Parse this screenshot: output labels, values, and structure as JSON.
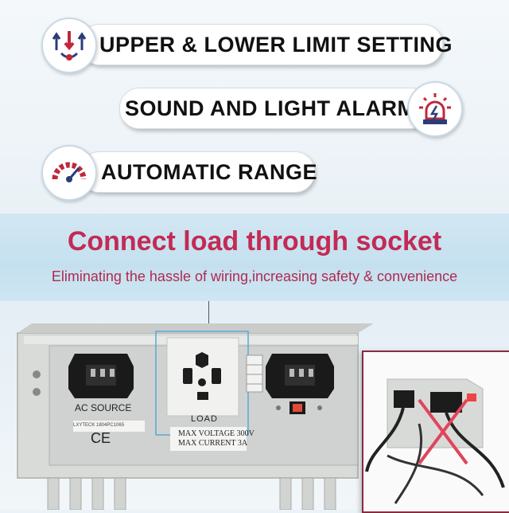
{
  "features": {
    "limit_setting": "UPPER & LOWER LIMIT SETTING",
    "alarm": "SOUND AND LIGHT ALARM",
    "range": "AUTOMATIC RANGE"
  },
  "icons": {
    "limit": "arrows-updown-icon",
    "alarm": "siren-icon",
    "range": "speedometer-icon"
  },
  "headline": "Connect load through socket",
  "subline": "Eliminating the hassle of wiring,increasing safety & convenience",
  "panel": {
    "ac_source": "AC SOURCE",
    "serial": "LXYTECK 1804PC1065",
    "ce": "CE",
    "load": "LOAD",
    "max_voltage": "MAX VOLTAGE 300V",
    "max_current": "MAX CURRENT 3A"
  },
  "colors": {
    "accent": "#c32a55",
    "icon_red": "#c0283a",
    "icon_blue": "#2b3d78"
  }
}
